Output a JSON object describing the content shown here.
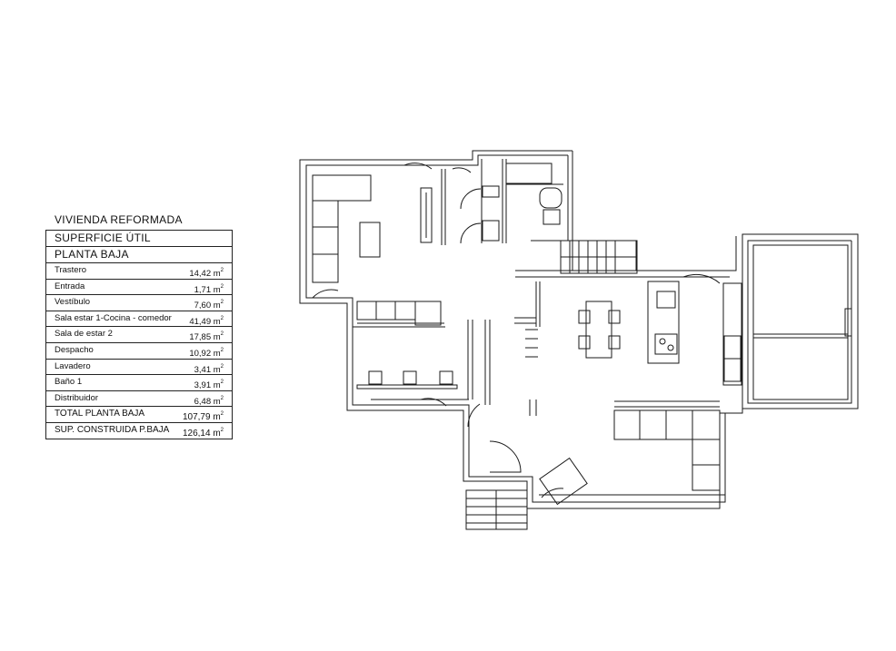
{
  "legend": {
    "title": "VIVIENDA REFORMADA",
    "header1": "SUPERFICIE  ÚTIL",
    "header2": "PLANTA  BAJA",
    "unit": "2",
    "rows": [
      {
        "room": "Trastero",
        "area": "14,42 m"
      },
      {
        "room": "Entrada",
        "area": "1,71 m"
      },
      {
        "room": "Vestíbulo",
        "area": "7,60 m"
      },
      {
        "room": "Sala estar 1-Cocina - comedor",
        "area": "41,49 m"
      },
      {
        "room": "Sala de estar 2",
        "area": "17,85 m"
      },
      {
        "room": "Despacho",
        "area": "10,92 m"
      },
      {
        "room": "Lavadero",
        "area": "3,41 m"
      },
      {
        "room": "Baño 1",
        "area": "3,91 m"
      },
      {
        "room": "Distribuidor",
        "area": "6,48 m"
      },
      {
        "room": "TOTAL PLANTA BAJA",
        "area": "107,79 m"
      },
      {
        "room": "SUP. CONSTRUIDA P.BAJA",
        "area": "126,14 m"
      }
    ]
  },
  "plan": {
    "line_color": "#1a1a1a",
    "fill_color": "#ffffff"
  }
}
